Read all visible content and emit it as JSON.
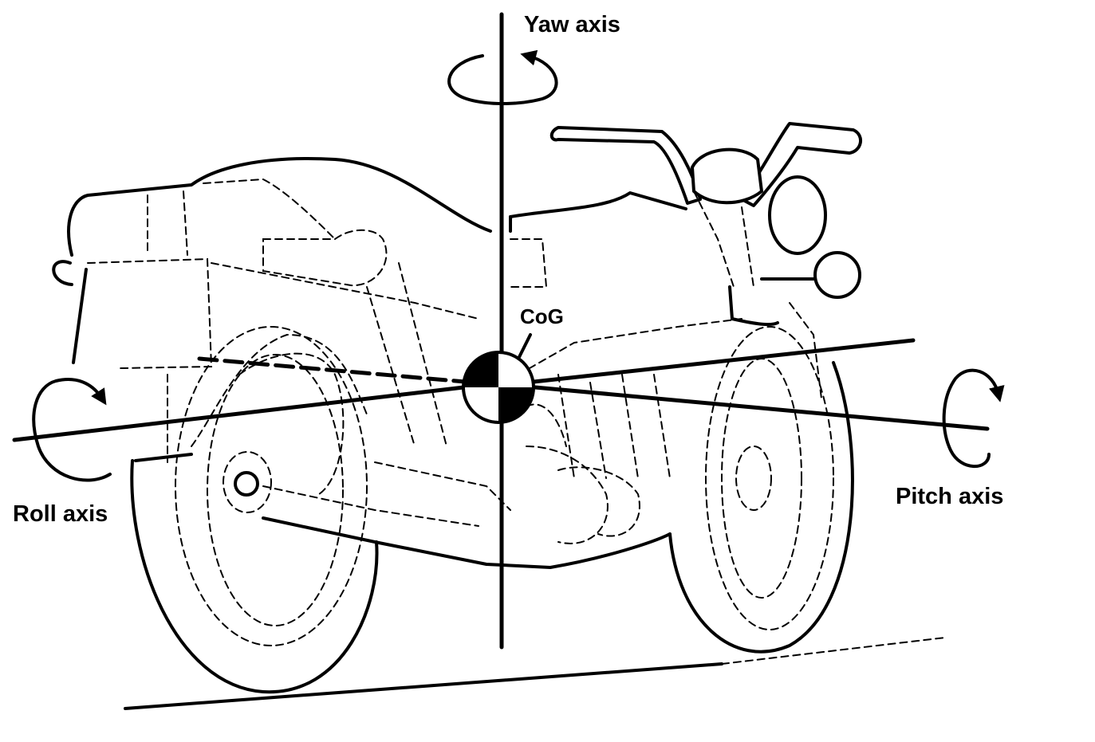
{
  "labels": {
    "yaw": "Yaw axis",
    "roll": "Roll axis",
    "pitch": "Pitch axis",
    "cog": "CoG"
  }
}
